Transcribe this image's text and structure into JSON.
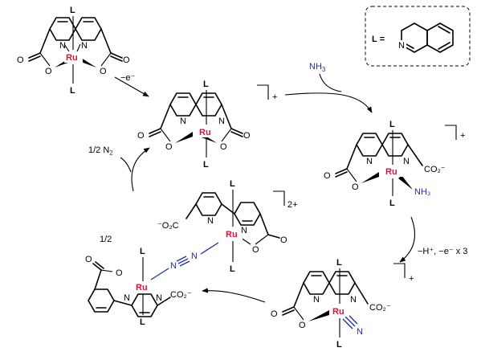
{
  "metal": "Ru",
  "ligand_label": "L",
  "atoms": {
    "N": "N",
    "O": "O"
  },
  "legend": {
    "text": "L ="
  },
  "steps": {
    "oxidation": "−e⁻",
    "ammonia": "NH",
    "ammonia_sub": "3",
    "deprotonation": "−H⁺, −e⁻ x 3",
    "n2_release": "1/2 N",
    "n2_sub": "2",
    "dimer_fraction": "1/2"
  },
  "groups": {
    "carboxylate": "CO₂⁻",
    "carboxylate_left": "⁻O₂C",
    "nitride": "N",
    "nh3": "NH₃"
  },
  "charges": {
    "plus": "+",
    "two_plus": "2+"
  },
  "colors": {
    "metal": "#e0113a",
    "nitrogen_species": "#1f2fa0"
  }
}
